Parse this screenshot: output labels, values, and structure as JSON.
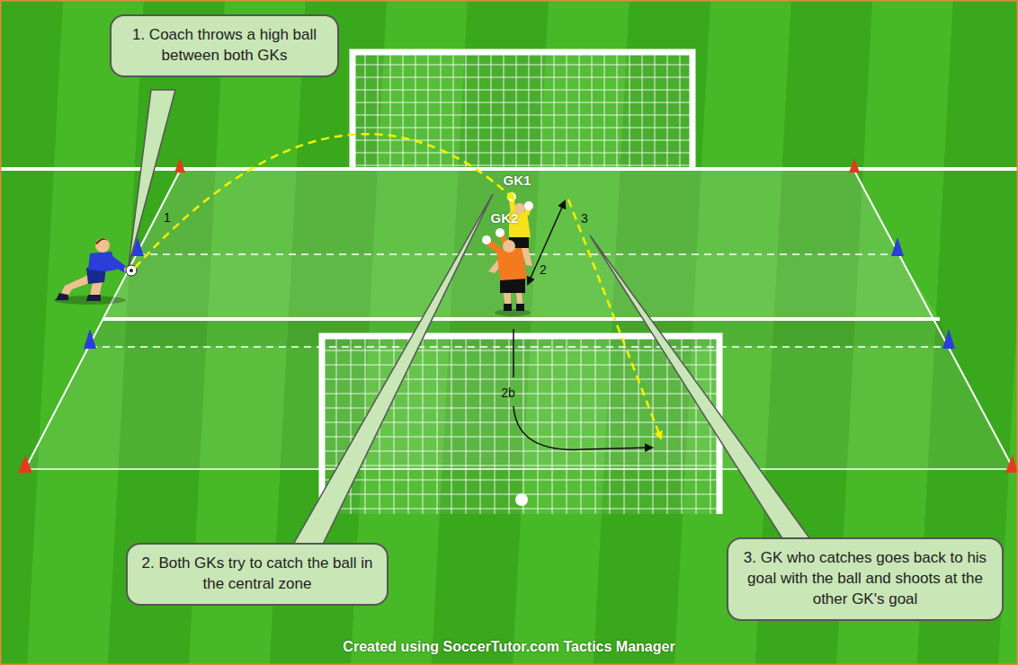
{
  "diagram": {
    "nodes": [
      {
        "text": [
          "1. Coach throws a high ball between both GKs"
        ]
      },
      {
        "text": [
          "2. Both GKs try to catch the ball in the central zone"
        ]
      },
      {
        "text": [
          "3. GK who catches goes back to his goal with the ball and shoots at the other GK's goal"
        ]
      }
    ],
    "labels": [
      "GK1",
      "GK2",
      "1",
      "2",
      "3",
      "2b",
      "Created using SoccerTutor.com Tactics Manager"
    ]
  }
}
